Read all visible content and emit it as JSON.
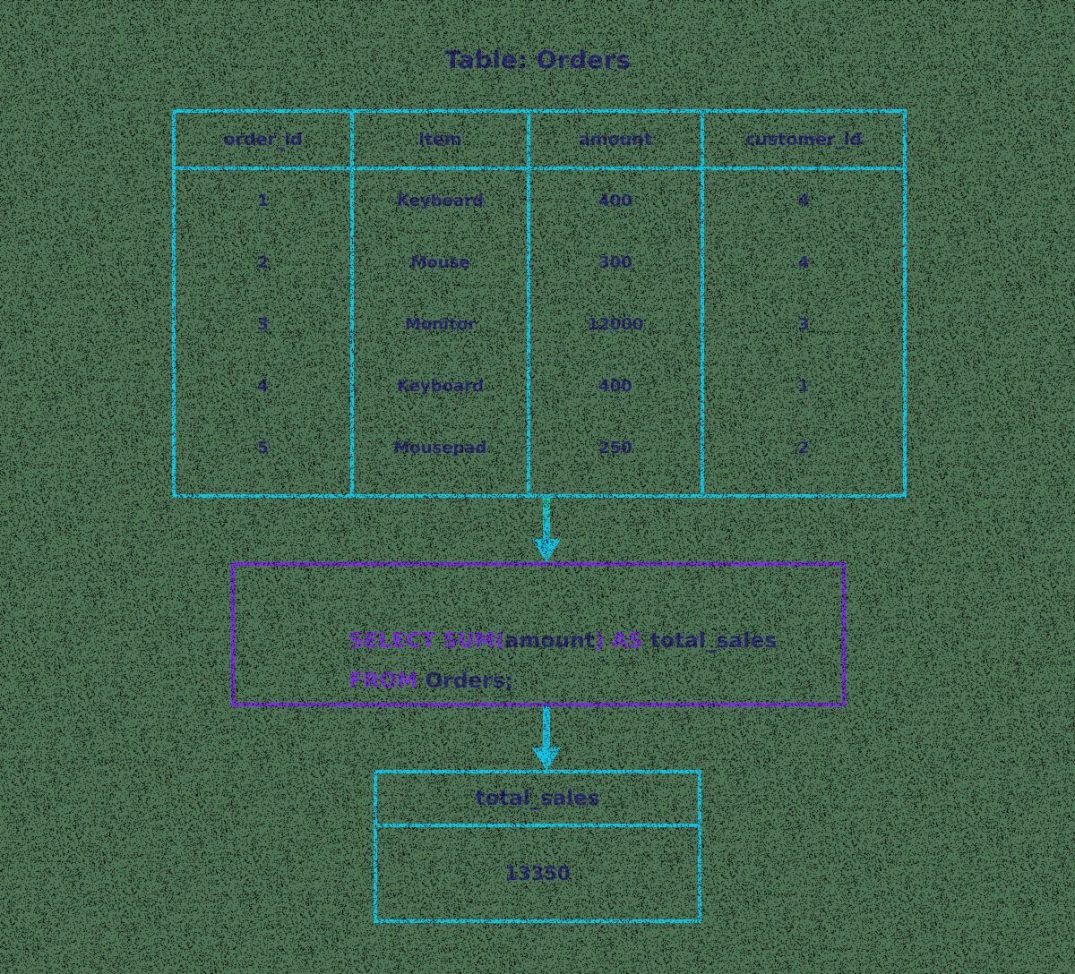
{
  "diagram": {
    "title": "Table: Orders",
    "colors": {
      "background": "#4e7355",
      "table_border": "#11c4de",
      "text": "#2b2b70",
      "sql_border": "#7b2fe0",
      "sql_keyword": "#7b2fe0",
      "sql_identifier": "#2b2b70",
      "arrow": "#11c4de"
    }
  },
  "source_table": {
    "name": "Orders",
    "columns": [
      "order_id",
      "item",
      "amount",
      "customer_id"
    ],
    "rows": [
      [
        "1",
        "Keyboard",
        "400",
        "4"
      ],
      [
        "2",
        "Mouse",
        "300",
        "4"
      ],
      [
        "3",
        "Monitor",
        "12000",
        "3"
      ],
      [
        "4",
        "Keyboard",
        "400",
        "1"
      ],
      [
        "5",
        "Mousepad",
        "250",
        "2"
      ]
    ]
  },
  "query": {
    "line1": [
      {
        "text": "SELECT SUM(",
        "type": "keyword"
      },
      {
        "text": "amount",
        "type": "identifier"
      },
      {
        "text": ") AS ",
        "type": "keyword"
      },
      {
        "text": "total_sales",
        "type": "identifier"
      }
    ],
    "line2": [
      {
        "text": "FROM ",
        "type": "keyword"
      },
      {
        "text": "Orders;",
        "type": "identifier"
      }
    ],
    "full_text": "SELECT SUM(amount) AS total_sales FROM Orders;"
  },
  "arrows": [
    {
      "name": "table-to-query-arrow",
      "direction": "down"
    },
    {
      "name": "query-to-result-arrow",
      "direction": "down"
    }
  ],
  "result_table": {
    "column": "total_sales",
    "value": "13350"
  },
  "chart_data": {
    "type": "table",
    "title": "Table: Orders",
    "columns": [
      "order_id",
      "item",
      "amount",
      "customer_id"
    ],
    "rows": [
      [
        "1",
        "Keyboard",
        "400",
        "4"
      ],
      [
        "2",
        "Mouse",
        "300",
        "4"
      ],
      [
        "3",
        "Monitor",
        "12000",
        "3"
      ],
      [
        "4",
        "Keyboard",
        "400",
        "1"
      ],
      [
        "5",
        "Mousepad",
        "250",
        "2"
      ]
    ],
    "aggregate": {
      "expression": "SUM(amount)",
      "alias": "total_sales",
      "value": 13350
    }
  }
}
